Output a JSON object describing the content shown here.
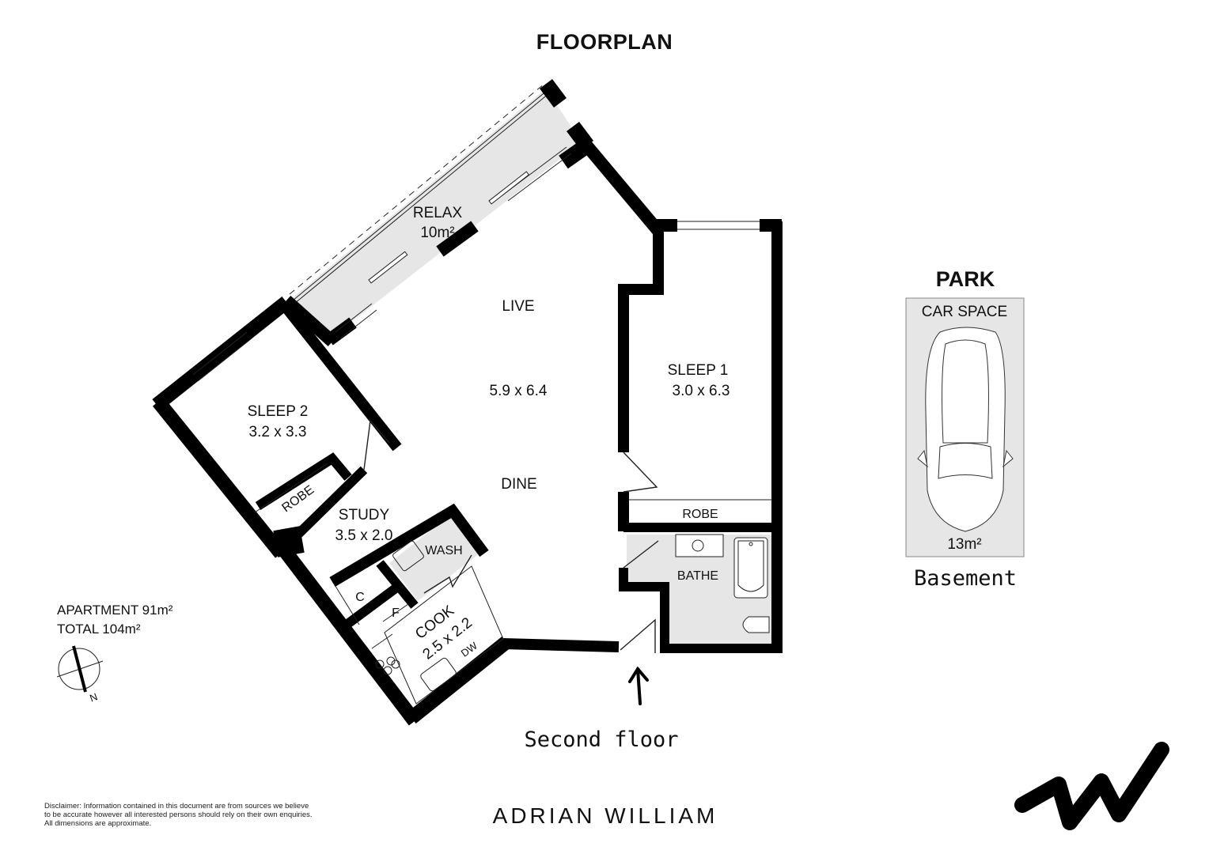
{
  "header": {
    "title": "FLOORPLAN"
  },
  "rooms": [
    {
      "name": "RELAX",
      "size": "10m²"
    },
    {
      "name": "LIVE",
      "size": ""
    },
    {
      "name": "",
      "size": "5.9 x 6.4"
    },
    {
      "name": "DINE",
      "size": ""
    },
    {
      "name": "SLEEP 1",
      "size": "3.0 x 6.3"
    },
    {
      "name": "SLEEP 2",
      "size": "3.2 x 3.3"
    },
    {
      "name": "STUDY",
      "size": "3.5 x 2.0"
    },
    {
      "name": "COOK",
      "size": "2.5 x 2.2"
    },
    {
      "name": "WASH",
      "size": ""
    },
    {
      "name": "BATHE",
      "size": ""
    }
  ],
  "fixtures": {
    "robe_sleep1": "ROBE",
    "robe_sleep2": "ROBE",
    "cupboard": "C",
    "fridge": "F",
    "dishwasher": "DW"
  },
  "floor_caption": "Second floor",
  "entry_icon": "arrow-up-icon",
  "parking": {
    "title": "PARK",
    "space_label": "CAR SPACE",
    "area": "13m²",
    "level": "Basement",
    "icon": "car-icon"
  },
  "area_summary": {
    "apartment": "APARTMENT 91m²",
    "total": "TOTAL 104m²"
  },
  "compass": {
    "label": "N",
    "icon": "north-compass-icon"
  },
  "disclaimer": [
    "Disclaimer: Information contained in this document are from sources we believe",
    "to be accurate however all interested persons should rely on their own enquiries.",
    "All dimensions are approximate."
  ],
  "brand": {
    "name": "ADRIAN WILLIAM",
    "logo_icon": "adrian-william-logo-icon"
  },
  "colors": {
    "wall": "#000000",
    "wet_area": "#e6e6e6",
    "background": "#ffffff",
    "text": "#111111"
  }
}
